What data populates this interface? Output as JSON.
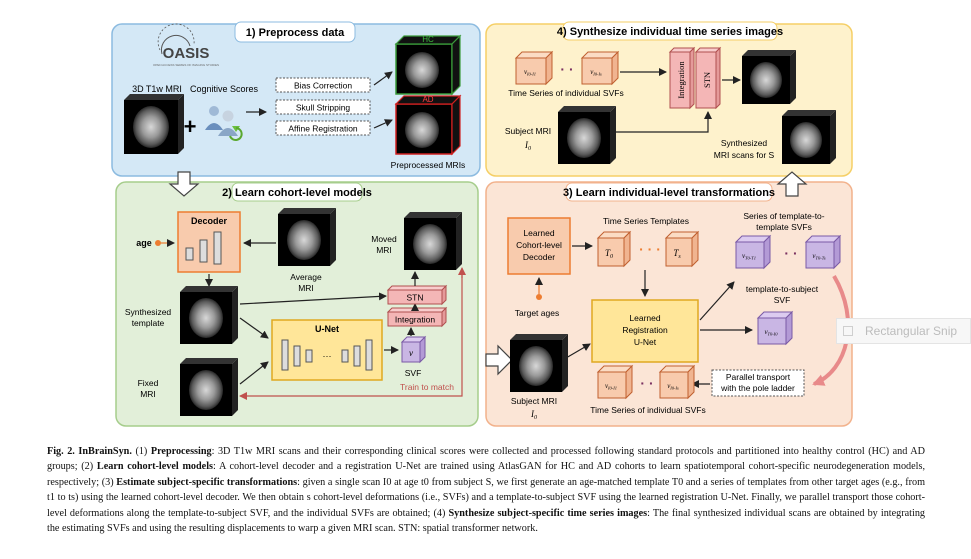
{
  "panels": {
    "p1": {
      "title": "1) Preprocess data"
    },
    "p2": {
      "title": "2) Learn cohort-level models"
    },
    "p3": {
      "title": "3) Learn individual-level transformations"
    },
    "p4": {
      "title": "4) Synthesize individual time series images"
    }
  },
  "p1": {
    "oasis_logo": "OASIS",
    "oasis_sub": "OPEN ACCESS SERIES OF IMAGING STUDIES",
    "mri_label": "3D T1w MRI",
    "plus": "+",
    "scores_label": "Cognitive Scores",
    "steps": [
      "Bias Correction",
      "Skull Stripping",
      "Affine Registration"
    ],
    "hc": "HC",
    "ad": "AD",
    "preprocessed": "Preprocessed MRIs"
  },
  "p2": {
    "decoder": "Decoder",
    "age": "age",
    "average_mri": [
      "Average",
      "MRI"
    ],
    "synth_template": [
      "Synthesized",
      "template"
    ],
    "fixed_mri": [
      "Fixed",
      "MRI"
    ],
    "unet": "U-Net",
    "dots": "···",
    "stn": "STN",
    "integration": "Integration",
    "moved_mri": [
      "Moved",
      "MRI"
    ],
    "v": "v",
    "svf": "SVF",
    "train": "Train to match"
  },
  "p3": {
    "learned_decoder": [
      "Learned",
      "Cohort-level",
      "Decoder"
    ],
    "target_ages": "Target ages",
    "time_series_templates": "Time Series Templates",
    "t0": "T",
    "t0_sub": "0",
    "ts": "T",
    "ts_sub": "s",
    "series_svfs": [
      "Series of template-to-",
      "template SVFs"
    ],
    "v_ti": "v",
    "v_ti_sub": "T0-T1",
    "v_ts": "v",
    "v_ts_sub": "T0-Ts",
    "template_to_subject": [
      "template-to-subject",
      "SVF"
    ],
    "v_ti0": "v",
    "v_ti0_sub": "T0-I0",
    "learned_reg": [
      "Learned",
      "Registration",
      "U-Net"
    ],
    "subject_mri": "Subject MRI",
    "i0": "I",
    "i0_sub": "0",
    "parallel": [
      "Parallel transport",
      "with the pole ladder"
    ],
    "v_i01": "v",
    "v_i01_sub": "I0-I1",
    "v_i0s": "v",
    "v_i0s_sub": "I0-Is",
    "individual_svfs": "Time Series of individual SVFs"
  },
  "p4": {
    "v_i01": "v",
    "v_i01_sub": "I0-I1",
    "v_i0s": "v",
    "v_i0s_sub": "I0-Is",
    "individual_svfs": "Time Series of individual SVFs",
    "integration": "Integration",
    "stn": "STN",
    "subject_mri": "Subject MRI",
    "i0": "I",
    "i0_sub": "0",
    "synthesized": [
      "Synthesized",
      "MRI scans for S"
    ]
  },
  "caption": {
    "fig": "Fig. 2.",
    "name": "InBrainSyn.",
    "s1": "(1)",
    "b1": "Preprocessing",
    "t1": ": 3D T1w MRI scans and their corresponding clinical scores were collected and processed following standard protocols and partitioned into healthy control (HC) and AD groups; (2)",
    "b2": "Learn cohort-level models",
    "t2": ": A cohort-level decoder and a registration U-Net are trained using AtlasGAN for HC and AD cohorts to learn spatiotemporal cohort-specific neurodegeneration models, respectively; (3)",
    "b3": "Estimate subject-specific transformations",
    "t3": ": given a single scan I0 at age t0 from subject S, we first generate an age-matched template T0 and a series of templates from other target ages (e.g., from t1 to ts) using the learned cohort-level decoder. We then obtain s cohort-level deformations (i.e., SVFs) and a template-to-subject SVF using the learned registration U-Net. Finally, we parallel transport those cohort-level deformations along the template-to-subject SVF, and the individual SVFs are obtained; (4)",
    "b4": "Synthesize subject-specific time series images",
    "t4": ": The final synthesized individual scans are obtained by integrating the estimating SVFs and using the resulting displacements to warp a given MRI scan. STN: spatial transformer network."
  },
  "tooltip": {
    "label": "Rectangular Snip"
  },
  "colors": {
    "p1_bg": "#d4e8f6",
    "p1_border": "#8cbbe0",
    "p2_bg": "#e2efd9",
    "p2_border": "#a6cd8c",
    "p3_bg": "#fbe5d6",
    "p3_border": "#f2b28c",
    "p4_bg": "#fef2cc",
    "p4_border": "#f5cf66",
    "decoder": "#f8cbad",
    "unet": "#ffe699",
    "stn": "#f4b6b6",
    "svf_cube": "#c9b6e4",
    "accent_red": "#c0504d",
    "dot_orange": "#ed7d31"
  }
}
